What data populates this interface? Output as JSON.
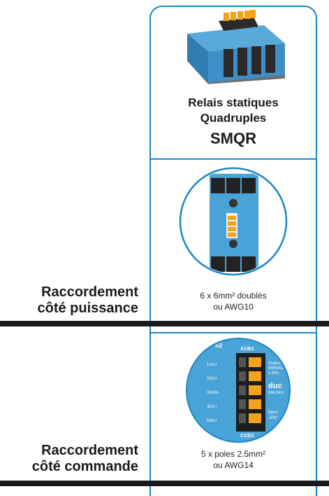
{
  "product": {
    "title_line1": "Relais statiques",
    "title_line2": "Quadruples",
    "model": "SMQR"
  },
  "power_section": {
    "label_line1": "Raccordement",
    "label_line2": "côté puissance",
    "spec_line1": "6 x 6mm² doublés",
    "spec_line2": "ou AWG10"
  },
  "command_section": {
    "label_line1": "Raccordement",
    "label_line2": "côté commande",
    "spec_line1": "5 x poles 2.5mm²",
    "spec_line2": "ou AWG14",
    "terminal_header_left": "A2",
    "terminal_header_right": "A1/B1",
    "terminal_footer": "C1/D1",
    "pins": [
      "1/a1+",
      "2/b1+",
      "3/com-",
      "4/c1+",
      "5/d1+"
    ],
    "right_text": [
      "Output",
      "600VAC",
      "x 25A",
      "duc",
      "R9623411",
      "Input",
      "-30V"
    ]
  },
  "colors": {
    "accent": "#1b86c6",
    "module_blue": "#4aa3d6",
    "terminal_orange": "#f5a21b",
    "divider": "#1a1a1a"
  }
}
